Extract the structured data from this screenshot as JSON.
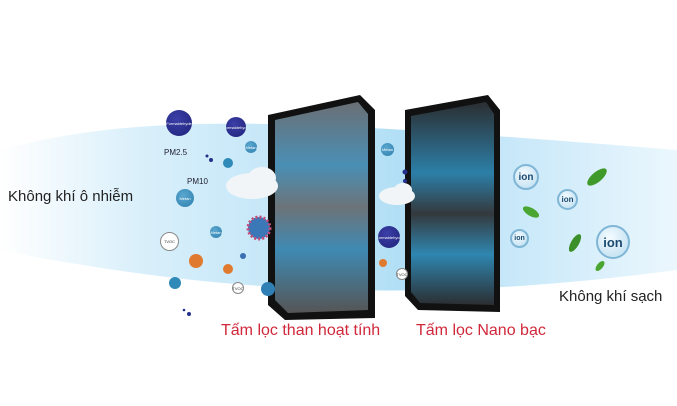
{
  "labels": {
    "polluted_air": "Không khí ô nhiễm",
    "filter1": "Tấm lọc than hoạt tính",
    "filter2": "Tấm lọc Nano bạc",
    "clean_air": "Không khí sạch"
  },
  "pollutants": {
    "formaldehyde": "Formaldehyde",
    "methane": "Metan",
    "pm25": "PM2.5",
    "pm10": "PM10",
    "tvoc": "TVOC"
  },
  "ion": "ion",
  "colors": {
    "caption": "#d0283a",
    "air": "#bfe3f6",
    "leaf": "#3f9a2a"
  }
}
